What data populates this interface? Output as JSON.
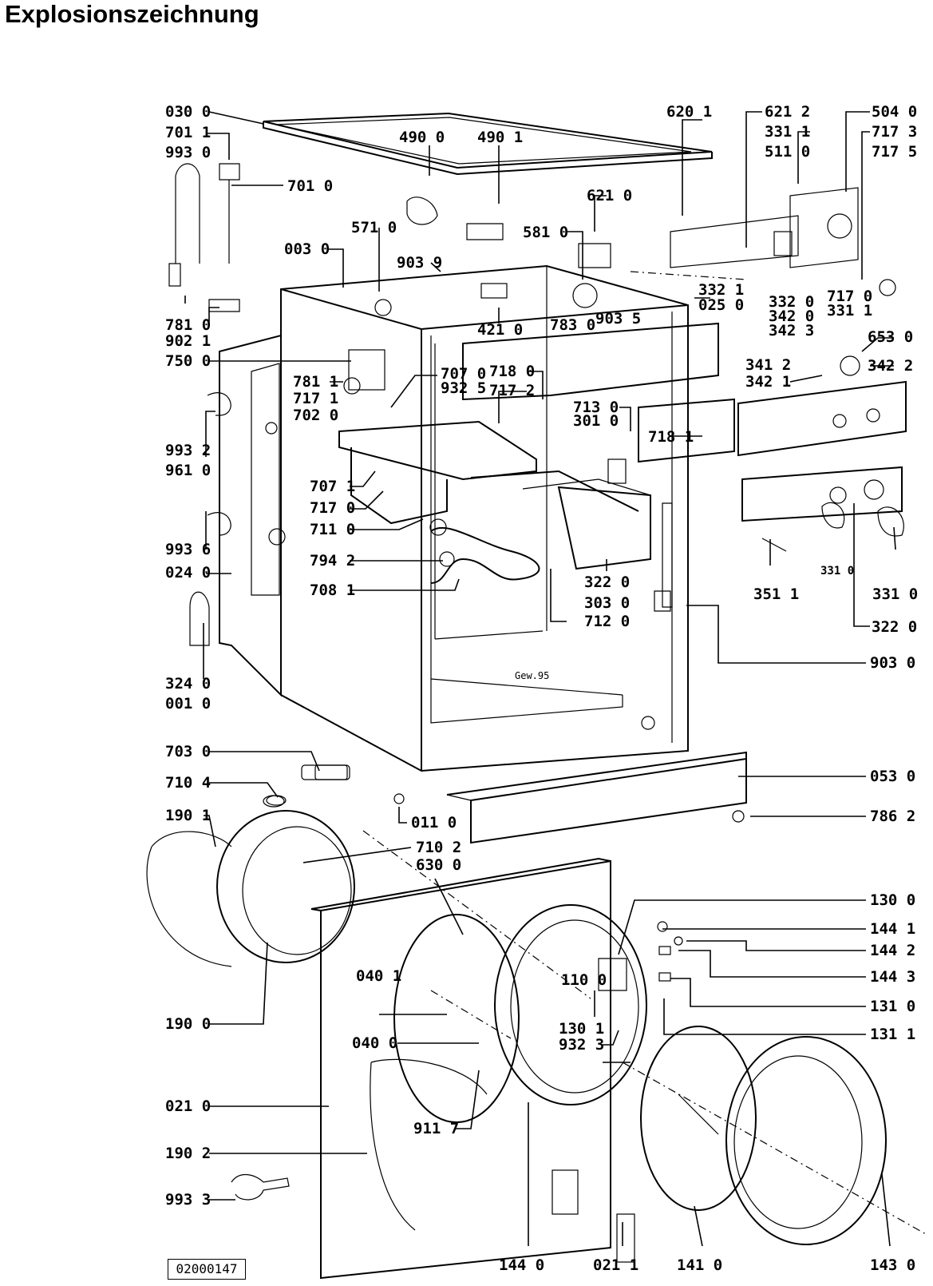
{
  "title": "Explosionszeichnung",
  "drawing_number": "02000147",
  "cabinet_marking": "Gew.95",
  "part_labels": [
    {
      "id": "l-0300",
      "text": "030 0"
    },
    {
      "id": "l-7011",
      "text": "701 1"
    },
    {
      "id": "l-9930",
      "text": "993 0"
    },
    {
      "id": "l-7010",
      "text": "701 0"
    },
    {
      "id": "l-4900",
      "text": "490 0"
    },
    {
      "id": "l-4901",
      "text": "490 1"
    },
    {
      "id": "l-6201",
      "text": "620 1"
    },
    {
      "id": "l-6212",
      "text": "621 2"
    },
    {
      "id": "l-3311a",
      "text": "331 1"
    },
    {
      "id": "l-5110",
      "text": "511 0"
    },
    {
      "id": "l-5040",
      "text": "504 0"
    },
    {
      "id": "l-7173",
      "text": "717 3"
    },
    {
      "id": "l-7175",
      "text": "717 5"
    },
    {
      "id": "l-5710",
      "text": "571 0"
    },
    {
      "id": "l-0030",
      "text": "003 0"
    },
    {
      "id": "l-9039",
      "text": "903 9"
    },
    {
      "id": "l-5810",
      "text": "581 0"
    },
    {
      "id": "l-6210",
      "text": "621 0"
    },
    {
      "id": "l-3321",
      "text": "332 1"
    },
    {
      "id": "l-0250",
      "text": "025 0"
    },
    {
      "id": "l-3320",
      "text": "332 0"
    },
    {
      "id": "l-3420",
      "text": "342 0"
    },
    {
      "id": "l-3423",
      "text": "342 3"
    },
    {
      "id": "l-7170a",
      "text": "717 0"
    },
    {
      "id": "l-3311b",
      "text": "331 1"
    },
    {
      "id": "l-6530",
      "text": "653 0"
    },
    {
      "id": "l-3412",
      "text": "341 2"
    },
    {
      "id": "l-3422",
      "text": "342 2"
    },
    {
      "id": "l-3421",
      "text": "342 1"
    },
    {
      "id": "l-7810",
      "text": "781 0"
    },
    {
      "id": "l-9021",
      "text": "902 1"
    },
    {
      "id": "l-7500",
      "text": "750 0"
    },
    {
      "id": "l-4210",
      "text": "421 0"
    },
    {
      "id": "l-7830",
      "text": "783 0"
    },
    {
      "id": "l-9035",
      "text": "903 5"
    },
    {
      "id": "l-7811",
      "text": "781 1"
    },
    {
      "id": "l-7171",
      "text": "717 1"
    },
    {
      "id": "l-7020",
      "text": "702 0"
    },
    {
      "id": "l-7070",
      "text": "707 0"
    },
    {
      "id": "l-9325",
      "text": "932 5"
    },
    {
      "id": "l-7180",
      "text": "718 0"
    },
    {
      "id": "l-7172",
      "text": "717 2"
    },
    {
      "id": "l-7130",
      "text": "713 0"
    },
    {
      "id": "l-3010",
      "text": "301 0"
    },
    {
      "id": "l-7181",
      "text": "718 1"
    },
    {
      "id": "l-9932",
      "text": "993 2"
    },
    {
      "id": "l-9610",
      "text": "961 0"
    },
    {
      "id": "l-7071",
      "text": "707 1"
    },
    {
      "id": "l-7170b",
      "text": "717 0"
    },
    {
      "id": "l-7110",
      "text": "711 0"
    },
    {
      "id": "l-9936",
      "text": "993 6"
    },
    {
      "id": "l-0240",
      "text": "024 0"
    },
    {
      "id": "l-7942",
      "text": "794 2"
    },
    {
      "id": "l-7081",
      "text": "708 1"
    },
    {
      "id": "l-3220a",
      "text": "322 0"
    },
    {
      "id": "l-3030",
      "text": "303 0"
    },
    {
      "id": "l-7120",
      "text": "712 0"
    },
    {
      "id": "l-3511",
      "text": "351 1"
    },
    {
      "id": "l-3310a",
      "text": "331 0"
    },
    {
      "id": "l-3310b",
      "text": "331 0"
    },
    {
      "id": "l-3220b",
      "text": "322 0"
    },
    {
      "id": "l-9030",
      "text": "903 0"
    },
    {
      "id": "l-3240",
      "text": "324 0"
    },
    {
      "id": "l-0010",
      "text": "001 0"
    },
    {
      "id": "l-7030",
      "text": "703 0"
    },
    {
      "id": "l-7104",
      "text": "710 4"
    },
    {
      "id": "l-1901",
      "text": "190 1"
    },
    {
      "id": "l-0530",
      "text": "053 0"
    },
    {
      "id": "l-0110",
      "text": "011 0"
    },
    {
      "id": "l-7102",
      "text": "710 2"
    },
    {
      "id": "l-6300",
      "text": "630 0"
    },
    {
      "id": "l-7862",
      "text": "786 2"
    },
    {
      "id": "l-1300",
      "text": "130 0"
    },
    {
      "id": "l-1441",
      "text": "144 1"
    },
    {
      "id": "l-1442",
      "text": "144 2"
    },
    {
      "id": "l-1443",
      "text": "144 3"
    },
    {
      "id": "l-1310",
      "text": "131 0"
    },
    {
      "id": "l-1311",
      "text": "131 1"
    },
    {
      "id": "l-0401",
      "text": "040 1"
    },
    {
      "id": "l-1100",
      "text": "110 0"
    },
    {
      "id": "l-1301",
      "text": "130 1"
    },
    {
      "id": "l-9323",
      "text": "932 3"
    },
    {
      "id": "l-0400",
      "text": "040 0"
    },
    {
      "id": "l-1900",
      "text": "190 0"
    },
    {
      "id": "l-0210",
      "text": "021 0"
    },
    {
      "id": "l-9117",
      "text": "911 7"
    },
    {
      "id": "l-1902",
      "text": "190 2"
    },
    {
      "id": "l-9933",
      "text": "993 3"
    },
    {
      "id": "l-1440",
      "text": "144 0"
    },
    {
      "id": "l-0211",
      "text": "021 1"
    },
    {
      "id": "l-1410",
      "text": "141 0"
    },
    {
      "id": "l-1430",
      "text": "143 0"
    }
  ]
}
